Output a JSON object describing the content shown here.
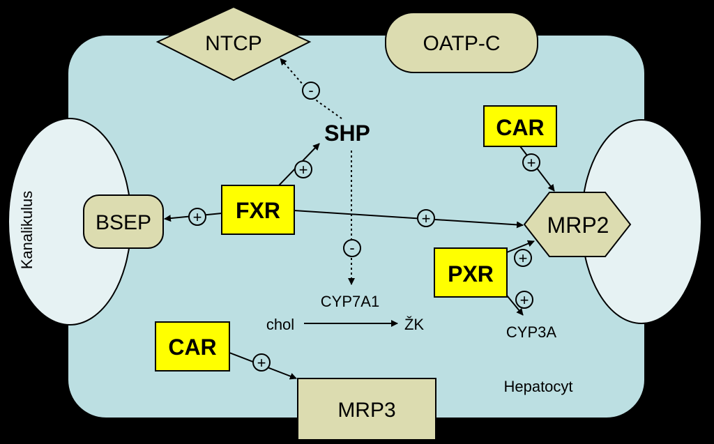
{
  "labels": {
    "ntcp": "NTCP",
    "oatp_c": "OATP-C",
    "kanalikulus": "Kanalikulus",
    "bsep": "BSEP",
    "fxr": "FXR",
    "shp": "SHP",
    "car_top": "CAR",
    "mrp2": "MRP2",
    "pxr": "PXR",
    "cyp3a": "CYP3A",
    "cyp7a1": "CYP7A1",
    "chol": "chol",
    "zk": "ŽK",
    "car_bottom": "CAR",
    "mrp3": "MRP3",
    "hepatocyt": "Hepatocyt"
  },
  "signs": {
    "plus": "+",
    "minus": "-"
  },
  "colors": {
    "background": "#000000",
    "cell": "#bcdfe2",
    "transporter": "#dcdcb0",
    "receptor": "#ffff00",
    "lumen": "#e6f2f3",
    "outline": "#000000"
  }
}
